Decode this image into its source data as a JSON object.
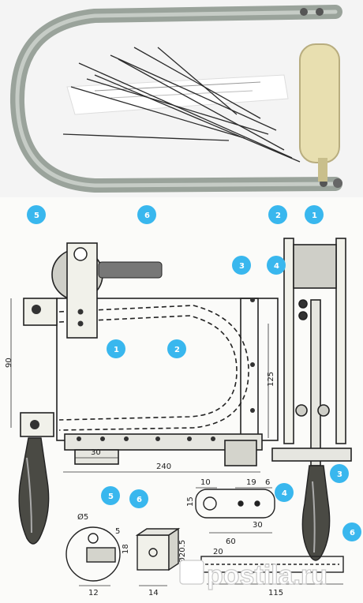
{
  "colors": {
    "frame": "#9aa39b",
    "handle": "#e8dfb0",
    "badge": "#39b7ee",
    "ink": "#222222",
    "paper": "#fbfbf9"
  },
  "icons": {
    "watermark": "postila-logo-icon"
  },
  "badges": {
    "b1": "5",
    "b2": "6",
    "b3": "1",
    "b4": "2",
    "b5": "3",
    "b6": "4",
    "b7": "2",
    "b8": "1",
    "b9": "3",
    "b10": "4",
    "b11": "5",
    "b12": "6"
  },
  "dims": {
    "d240": "240",
    "d30": "30",
    "d90": "90",
    "d125": "125",
    "d10": "10",
    "d19": "19",
    "d6": "6",
    "d15": "15",
    "d20": "20",
    "d60": "60",
    "d115": "115",
    "d25": "Ø5",
    "d12": "12",
    "d14": "14",
    "d18": "18",
    "d5": "5",
    "d205": "Ø20.5"
  },
  "watermark": {
    "domain": "postila.ru"
  }
}
